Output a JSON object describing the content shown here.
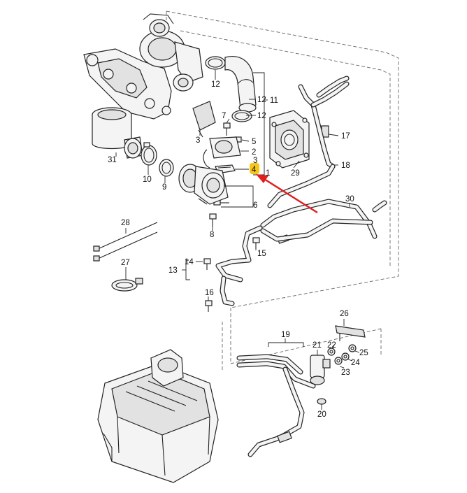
{
  "diagram": {
    "callouts": [
      {
        "id": "1",
        "label": "1"
      },
      {
        "id": "2",
        "label": "2"
      },
      {
        "id": "3",
        "label": "3"
      },
      {
        "id": "3b",
        "label": "3"
      },
      {
        "id": "4",
        "label": "4"
      },
      {
        "id": "5",
        "label": "5"
      },
      {
        "id": "6",
        "label": "6"
      },
      {
        "id": "7",
        "label": "7"
      },
      {
        "id": "8",
        "label": "8"
      },
      {
        "id": "9",
        "label": "9"
      },
      {
        "id": "10",
        "label": "10"
      },
      {
        "id": "11",
        "label": "11"
      },
      {
        "id": "12a",
        "label": "12"
      },
      {
        "id": "12b",
        "label": "12"
      },
      {
        "id": "12c",
        "label": "12"
      },
      {
        "id": "13",
        "label": "13"
      },
      {
        "id": "14",
        "label": "14"
      },
      {
        "id": "15",
        "label": "15"
      },
      {
        "id": "16",
        "label": "16"
      },
      {
        "id": "17",
        "label": "17"
      },
      {
        "id": "18",
        "label": "18"
      },
      {
        "id": "19",
        "label": "19"
      },
      {
        "id": "20",
        "label": "20"
      },
      {
        "id": "21",
        "label": "21"
      },
      {
        "id": "22",
        "label": "22"
      },
      {
        "id": "23",
        "label": "23"
      },
      {
        "id": "24",
        "label": "24"
      },
      {
        "id": "25",
        "label": "25"
      },
      {
        "id": "26",
        "label": "26"
      },
      {
        "id": "27",
        "label": "27"
      },
      {
        "id": "28",
        "label": "28"
      },
      {
        "id": "29",
        "label": "29"
      },
      {
        "id": "30",
        "label": "30"
      },
      {
        "id": "31",
        "label": "31"
      }
    ],
    "highlighted_part": "4",
    "colors": {
      "highlight": "#f5c518",
      "pointer_arrow": "#e11d1d",
      "line": "#222222",
      "part_fill": "#f4f4f4"
    }
  }
}
